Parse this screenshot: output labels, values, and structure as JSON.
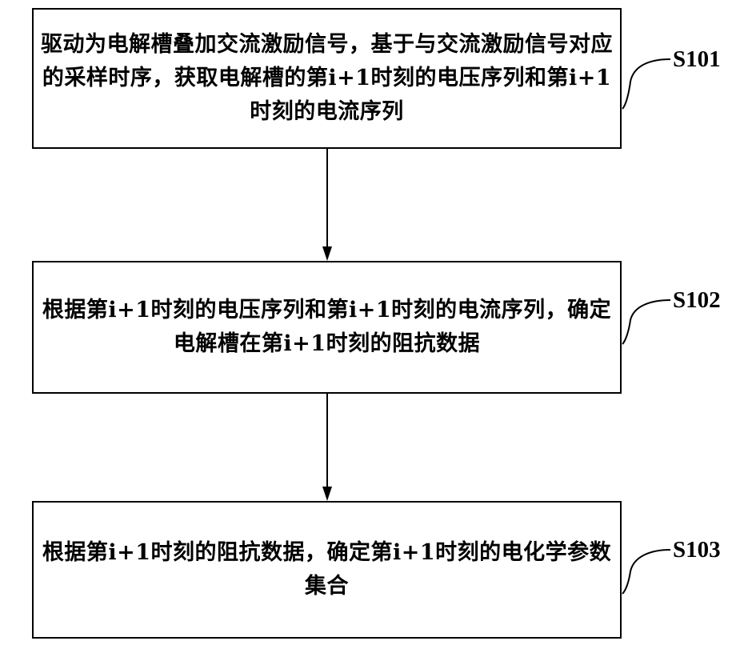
{
  "steps": [
    {
      "id": "S101",
      "text": "驱动为电解槽叠加交流激励信号，基于与交流激励信号对应的采样时序，获取电解槽的第i+1时刻的电压序列和第i+1时刻的电流序列"
    },
    {
      "id": "S102",
      "text": "根据第i+1时刻的电压序列和第i+1时刻的电流序列，确定电解槽在第i+1时刻的阻抗数据"
    },
    {
      "id": "S103",
      "text": "根据第i+1时刻的阻抗数据，确定第i+1时刻的电化学参数集合"
    }
  ]
}
